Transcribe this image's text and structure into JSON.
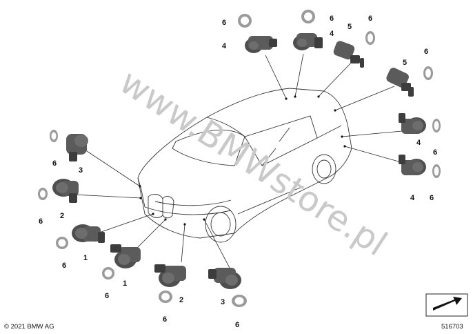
{
  "watermark": "www.BMWstore.pl",
  "copyright": "© 2021 BMW AG",
  "diagram_number": "516703",
  "part_labels": {
    "sensor_1": "1",
    "sensor_2": "2",
    "sensor_3": "3",
    "sensor_4": "4",
    "sensor_5": "5",
    "ring_6": "6"
  },
  "colors": {
    "sensor_body": "#5b5b5b",
    "sensor_dark": "#3d3d3d",
    "ring_outer": "#9a9a9a",
    "ring_inner": "#ffffff"
  }
}
